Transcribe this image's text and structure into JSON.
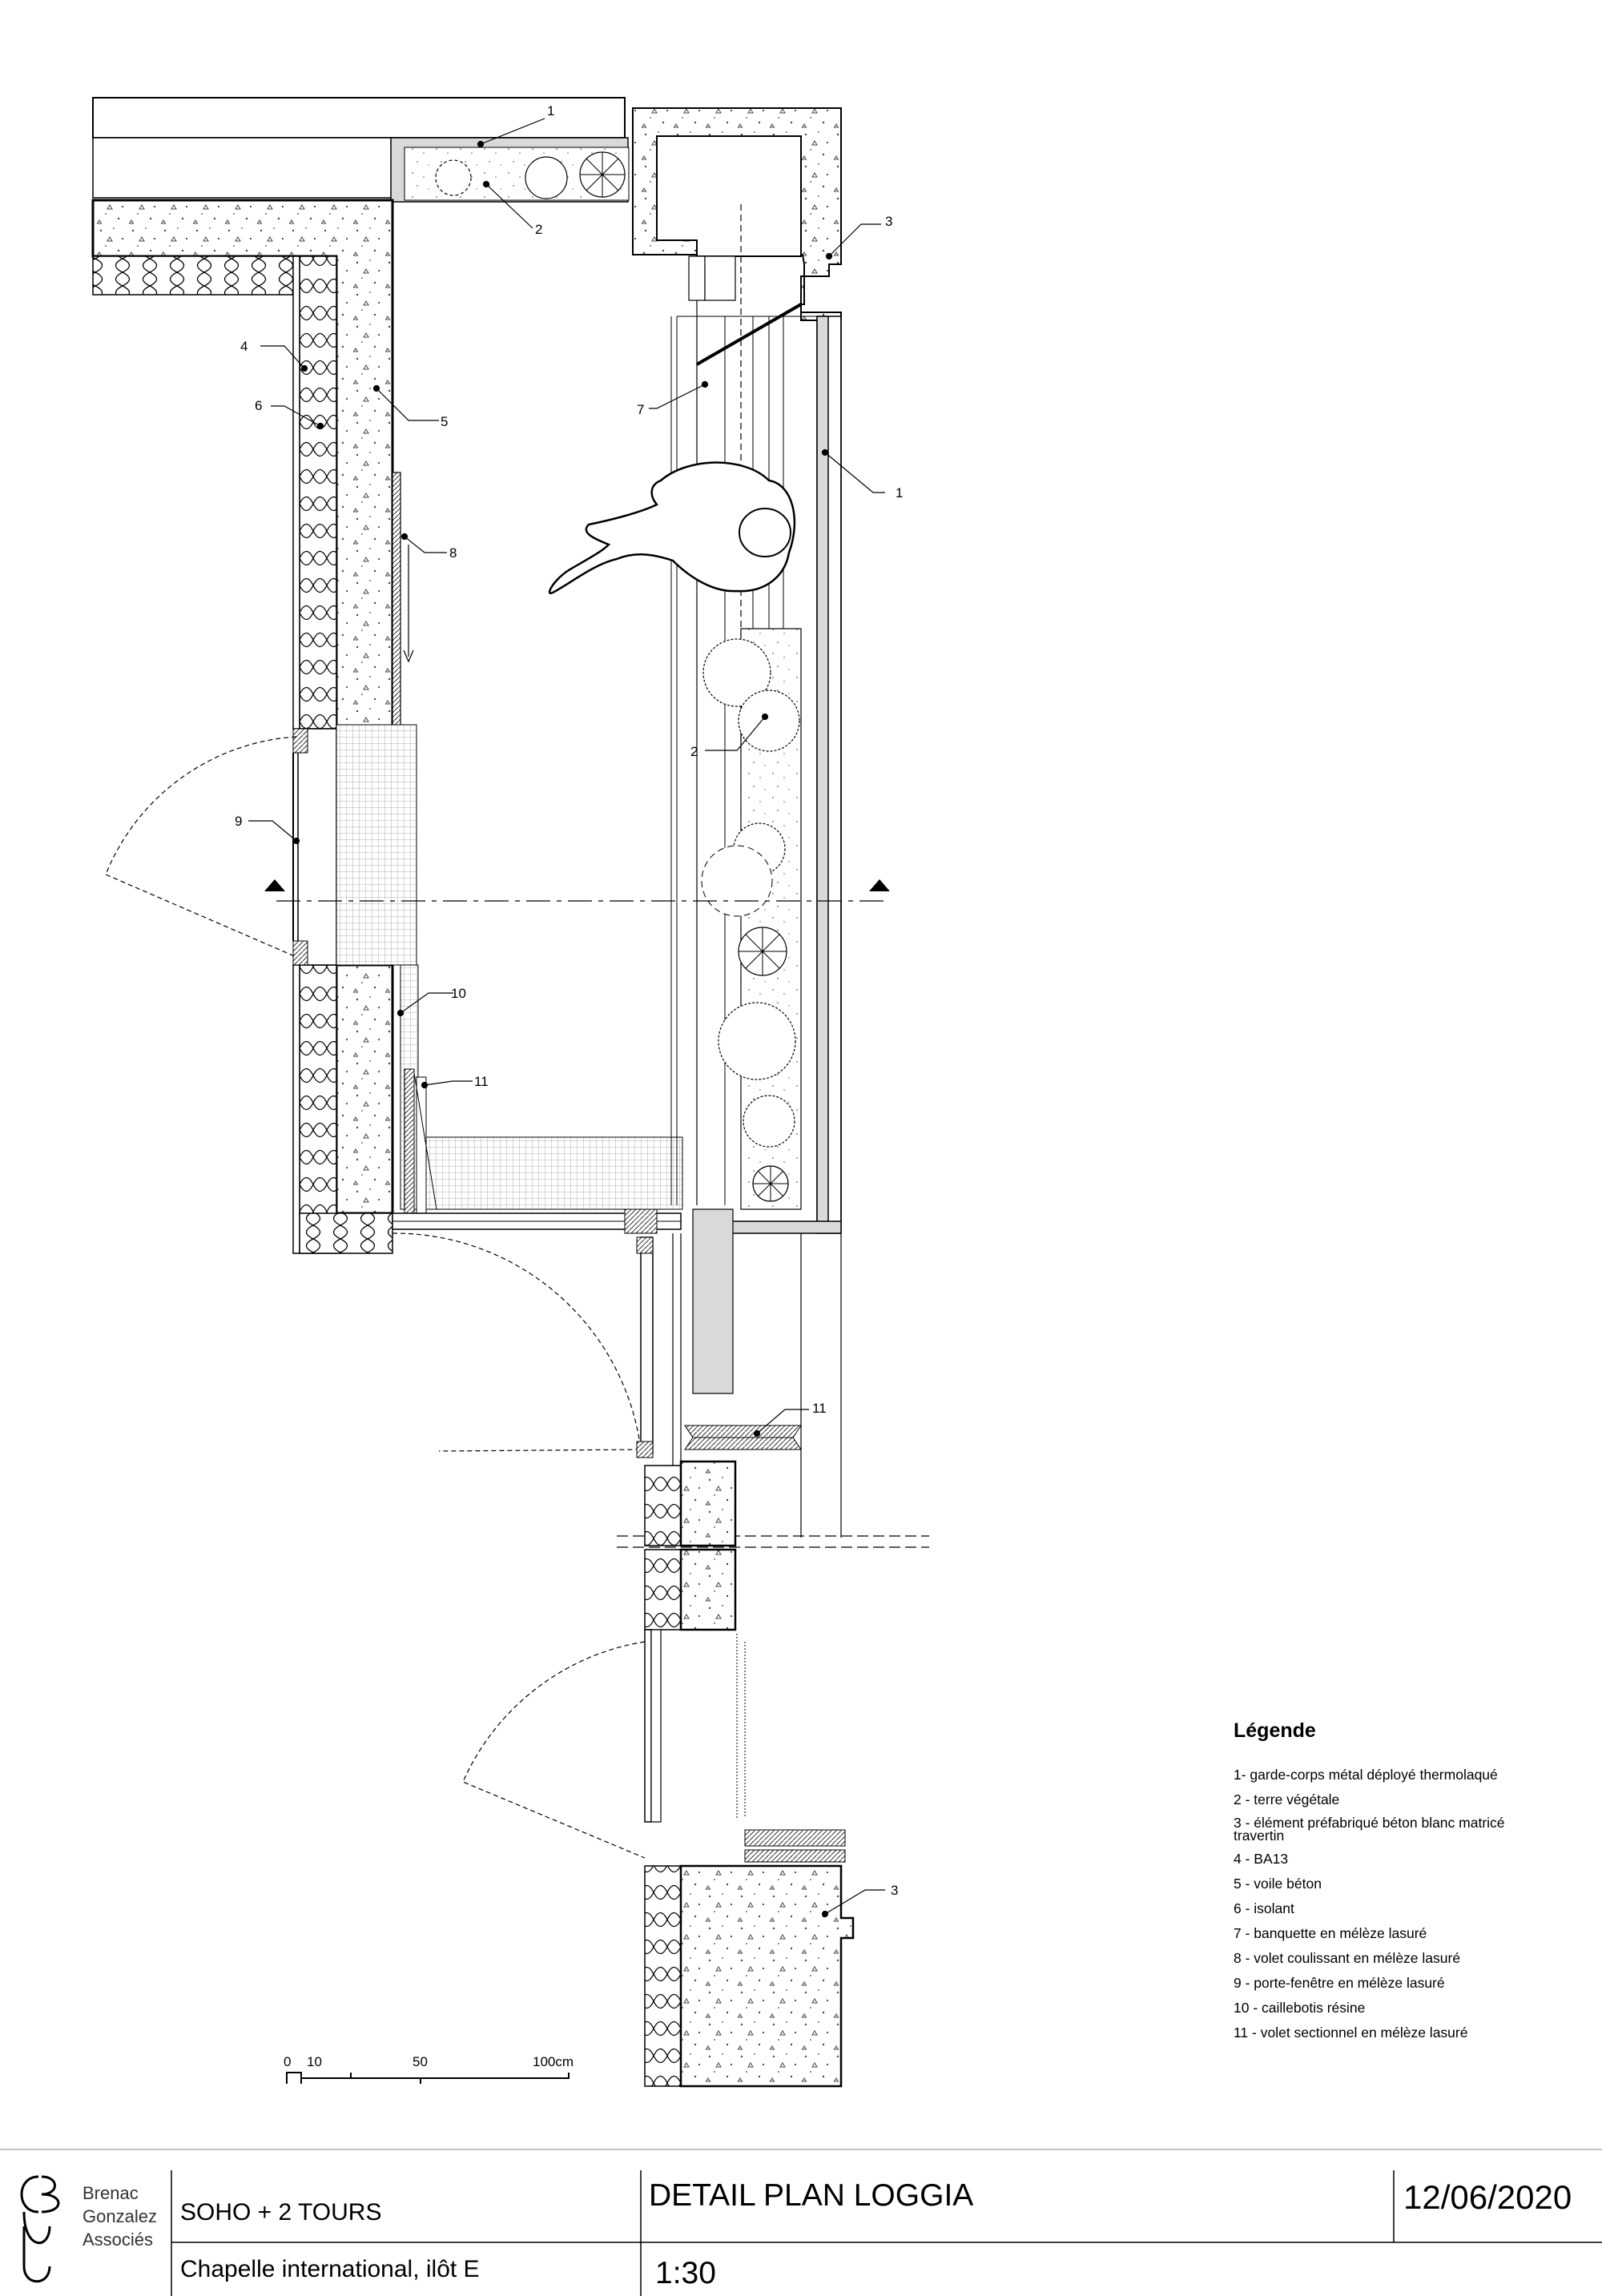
{
  "callouts": {
    "c1a": "1",
    "c2a": "2",
    "c3a": "3",
    "c4": "4",
    "c5": "5",
    "c6": "6",
    "c7": "7",
    "c8": "8",
    "c1b": "1",
    "c2b": "2",
    "c9": "9",
    "c10": "10",
    "c11a": "11",
    "c11b": "11",
    "c3b": "3"
  },
  "scale_bar": {
    "t0": "0",
    "t10": "10",
    "t50": "50",
    "t100": "100cm"
  },
  "legend": {
    "title": "Légende",
    "items": [
      "1- garde-corps métal déployé thermolaqué",
      "2 - terre végétale",
      "3 - élément préfabriqué béton blanc matricé travertin",
      "4 - BA13",
      "5 - voile béton",
      "6 - isolant",
      "7 - banquette en mélèze lasuré",
      "8 - volet coulissant en mélèze lasuré",
      "9 - porte-fenêtre en mélèze lasuré",
      "10 - caillebotis résine",
      "11 - volet sectionnel en mélèze lasuré"
    ]
  },
  "title_block": {
    "firm_line1": "Brenac",
    "firm_line2": "Gonzalez",
    "firm_line3": "Associés",
    "project": "SOHO + 2 TOURS",
    "site": "Chapelle international, ilôt E",
    "drawing_title": "DETAIL PLAN LOGGIA",
    "scale": "1:30",
    "date": "12/06/2020"
  },
  "colors": {
    "line": "#000000",
    "grey_fill": "#d9d9d9",
    "light_grey": "#efefef"
  }
}
